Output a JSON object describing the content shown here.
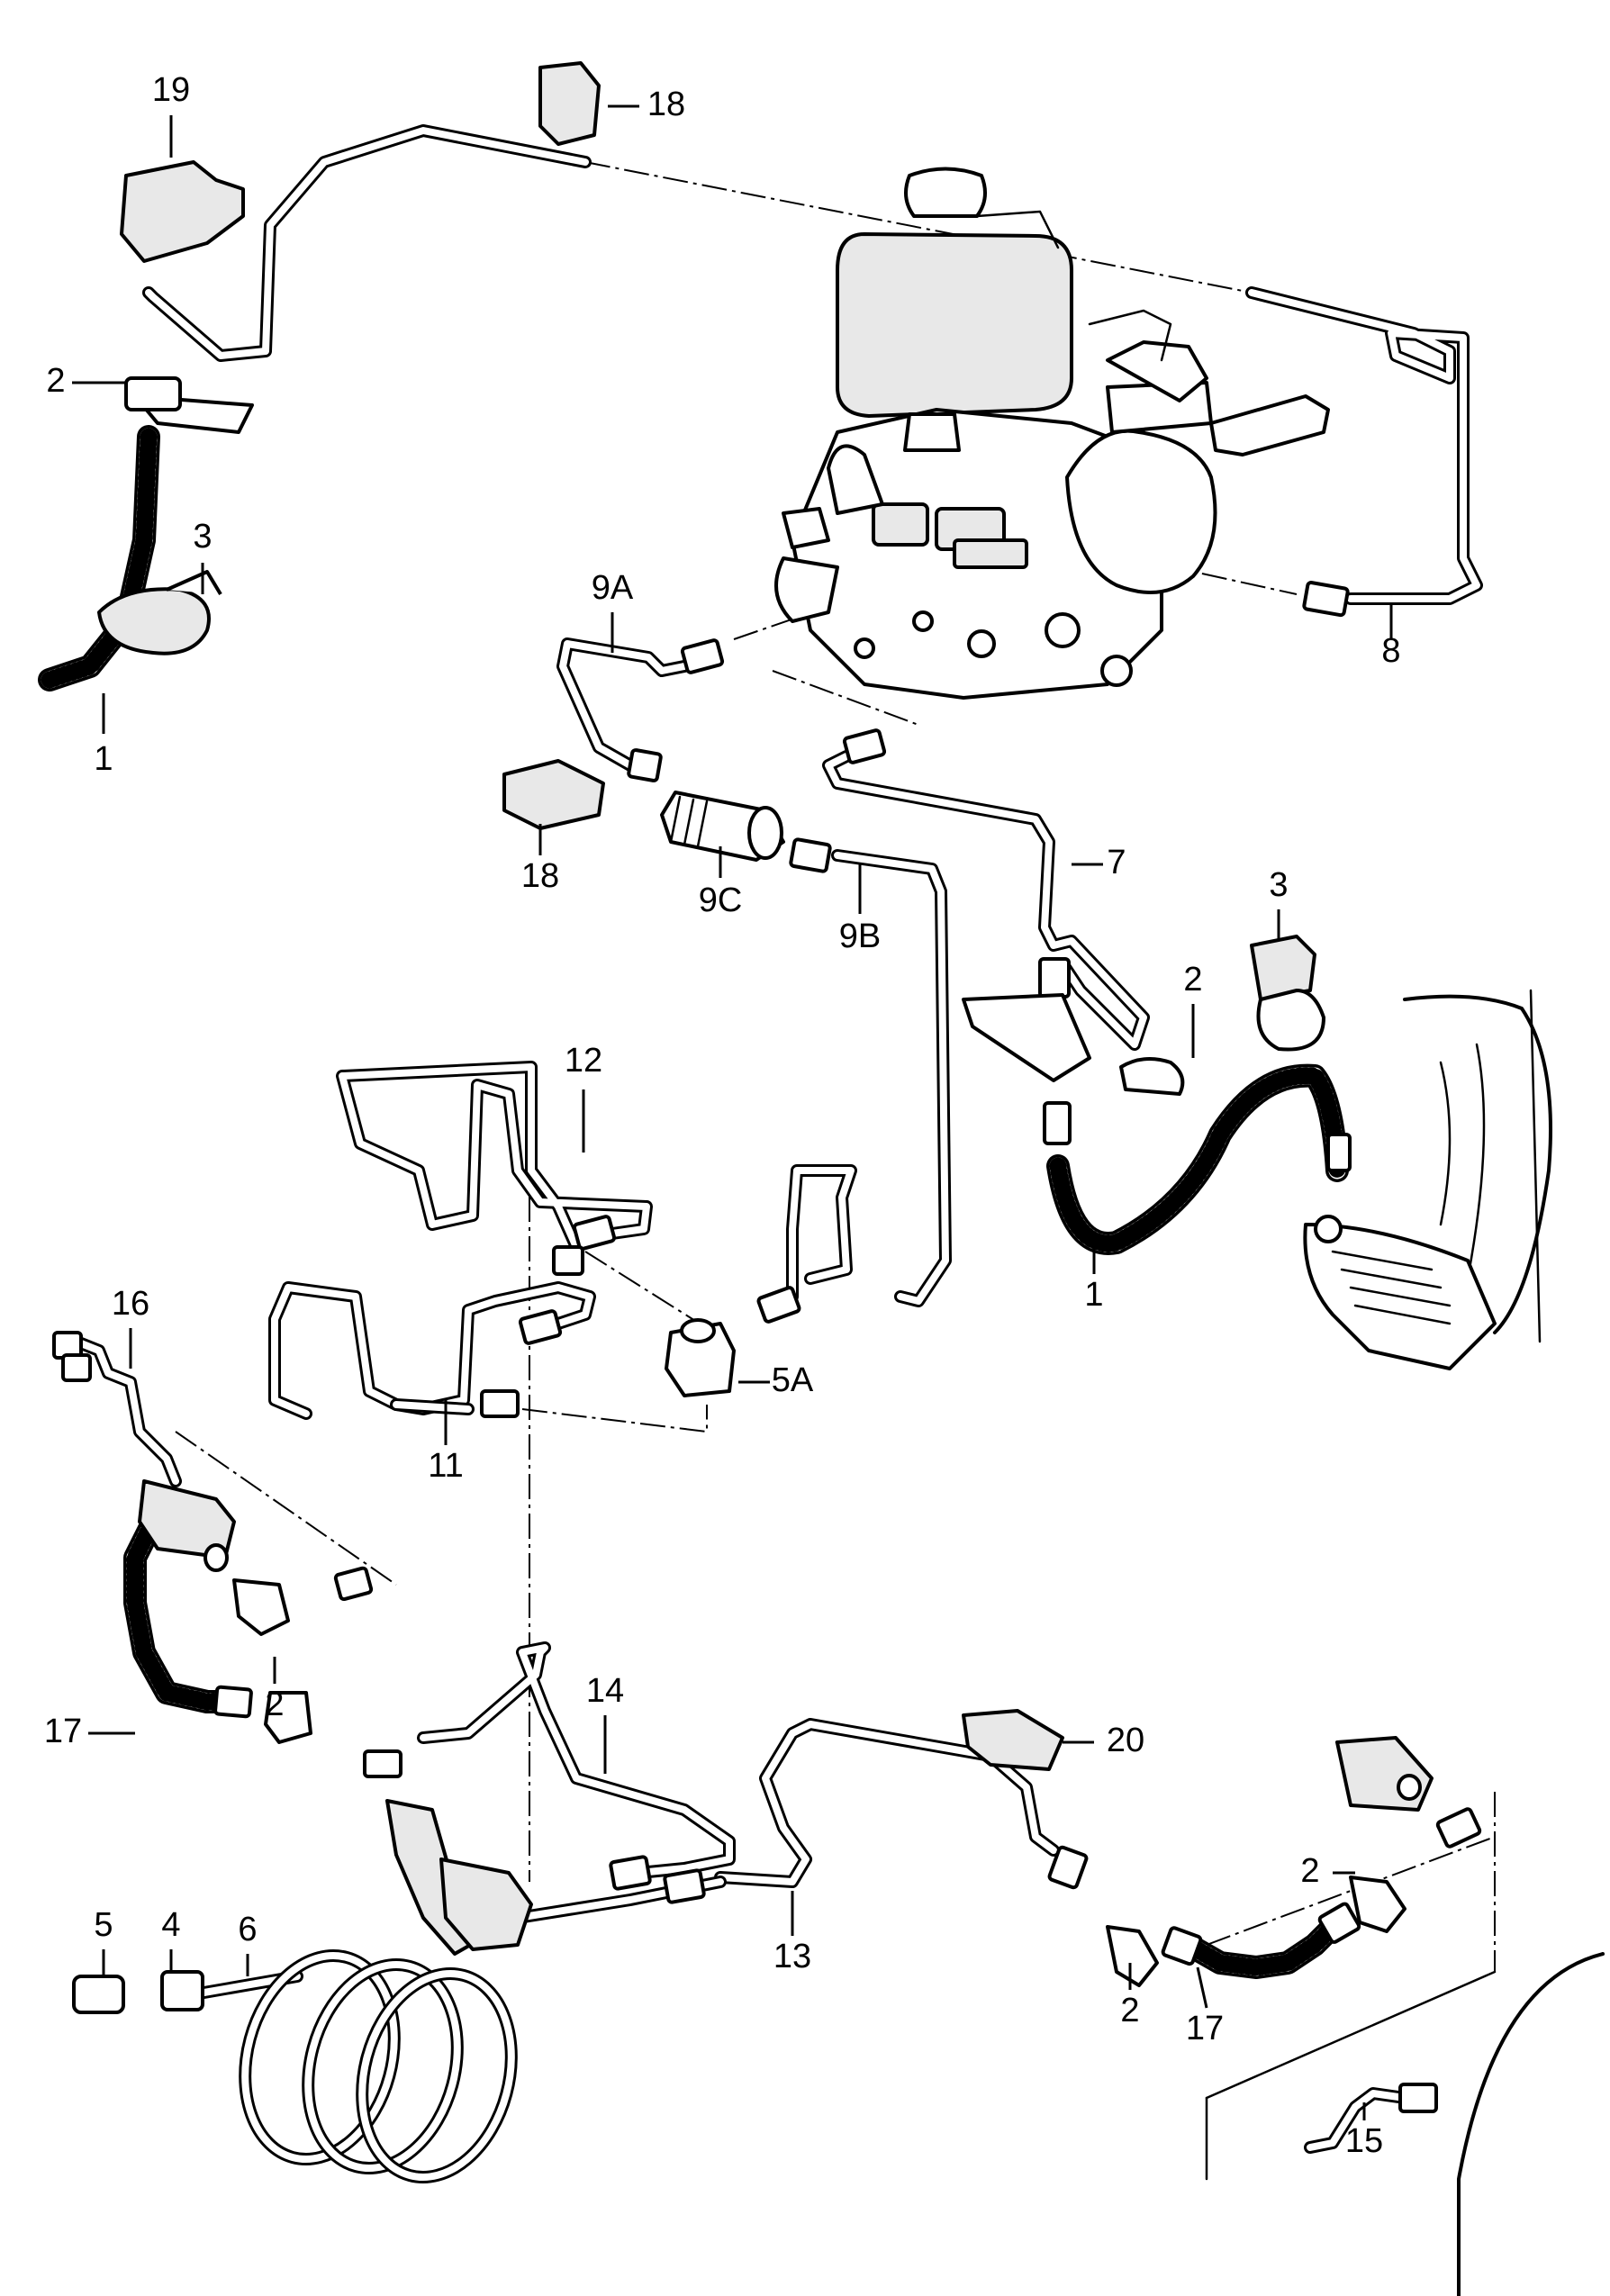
{
  "callouts": [
    {
      "id": "c19",
      "text": "19"
    },
    {
      "id": "c18a",
      "text": "18"
    },
    {
      "id": "c2a",
      "text": "2"
    },
    {
      "id": "c3a",
      "text": "3"
    },
    {
      "id": "c1a",
      "text": "1"
    },
    {
      "id": "c9A",
      "text": "9A"
    },
    {
      "id": "c18b",
      "text": "18"
    },
    {
      "id": "c9C",
      "text": "9C"
    },
    {
      "id": "c9B",
      "text": "9B"
    },
    {
      "id": "c8",
      "text": "8"
    },
    {
      "id": "c7",
      "text": "7"
    },
    {
      "id": "c3b",
      "text": "3"
    },
    {
      "id": "c2b",
      "text": "2"
    },
    {
      "id": "c1b",
      "text": "1"
    },
    {
      "id": "c12",
      "text": "12"
    },
    {
      "id": "c16",
      "text": "16"
    },
    {
      "id": "c5A",
      "text": "5A"
    },
    {
      "id": "c11",
      "text": "11"
    },
    {
      "id": "c2c",
      "text": "2"
    },
    {
      "id": "c17a",
      "text": "17"
    },
    {
      "id": "c14",
      "text": "14"
    },
    {
      "id": "c20",
      "text": "20"
    },
    {
      "id": "c13",
      "text": "13"
    },
    {
      "id": "c2d",
      "text": "2"
    },
    {
      "id": "c2e",
      "text": "2"
    },
    {
      "id": "c17b",
      "text": "17"
    },
    {
      "id": "c5",
      "text": "5"
    },
    {
      "id": "c4",
      "text": "4"
    },
    {
      "id": "c6",
      "text": "6"
    },
    {
      "id": "c15",
      "text": "15"
    }
  ]
}
